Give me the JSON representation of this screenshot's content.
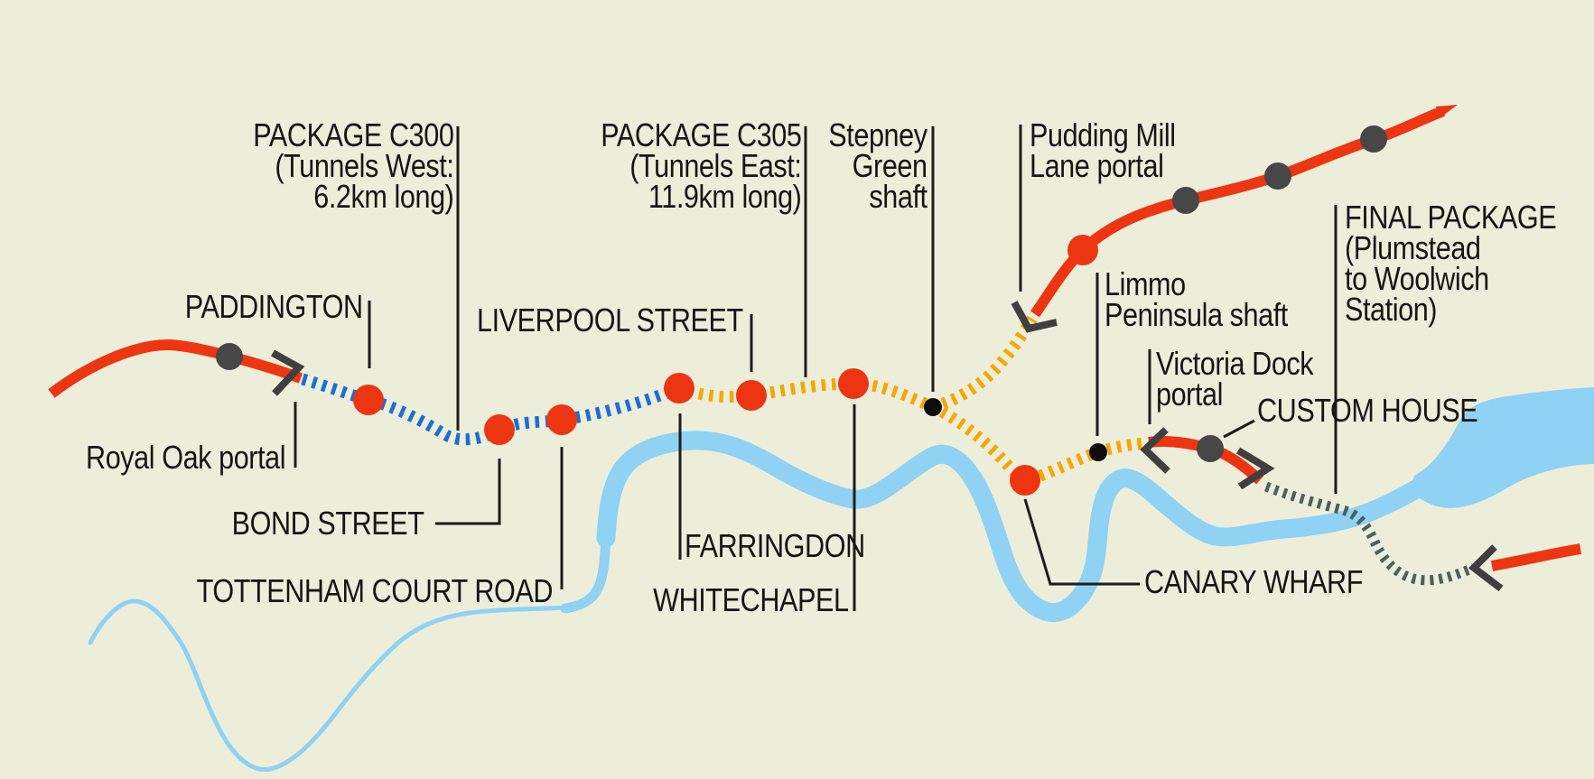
{
  "labels": {
    "package_c300": {
      "line1": "PACKAGE C300",
      "line2": "(Tunnels West:",
      "line3": "6.2km long)"
    },
    "package_c305": {
      "line1": "PACKAGE C305",
      "line2": "(Tunnels East:",
      "line3": "11.9km long)"
    },
    "stepney_green": {
      "line1": "Stepney",
      "line2": "Green",
      "line3": "shaft"
    },
    "pudding_mill": {
      "line1": "Pudding Mill",
      "line2": "Lane portal"
    },
    "final_package": {
      "line1": "FINAL PACKAGE",
      "line2": "(Plumstead",
      "line3": "to Woolwich",
      "line4": "Station)"
    },
    "limmo": {
      "line1": "Limmo",
      "line2": "Peninsula shaft"
    },
    "victoria_dock": {
      "line1": "Victoria Dock",
      "line2": "portal"
    },
    "paddington": "PADDINGTON",
    "royal_oak": "Royal Oak portal",
    "bond_street": "BOND STREET",
    "tottenham_court_road": "TOTTENHAM COURT ROAD",
    "liverpool_street": "LIVERPOOL STREET",
    "farringdon": "FARRINGDON",
    "whitechapel": "WHITECHAPEL",
    "canary_wharf": "CANARY WHARF",
    "custom_house": "CUSTOM HOUSE"
  },
  "colors": {
    "background": "#edeeda",
    "surface_route_red": "#ee3512",
    "tunnel_west_blue": "#1d6ed4",
    "tunnel_east_orange": "#f7a600",
    "tunnel_final_grey": "#4d5f5e",
    "river_blue": "#8fd2f3",
    "station_dot_red": "#ee3512",
    "surface_station_grey": "#474747",
    "shaft_dot_black": "#0d0d0d",
    "text": "#151515"
  }
}
